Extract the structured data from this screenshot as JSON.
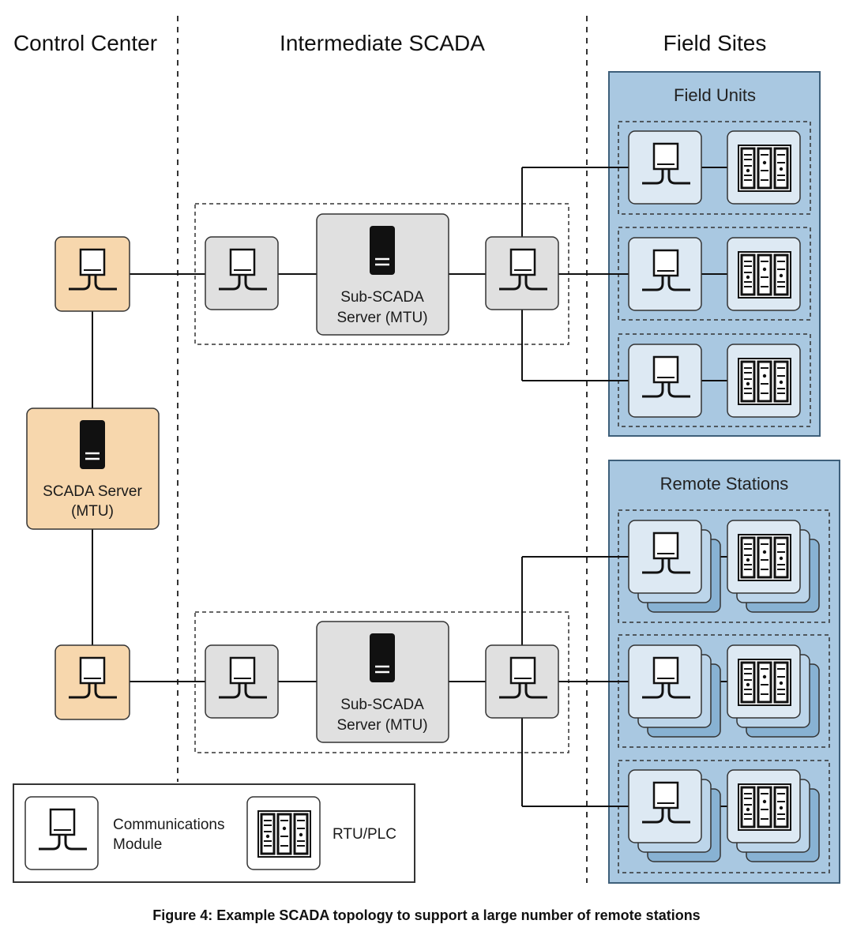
{
  "columns": {
    "control_center": "Control Center",
    "intermediate": "Intermediate SCADA",
    "field_sites": "Field Sites"
  },
  "groups": {
    "field_units": "Field Units",
    "remote_stations": "Remote Stations"
  },
  "nodes": {
    "scada_server": [
      "SCADA Server",
      "(MTU)"
    ],
    "sub_scada_server": [
      "Sub-SCADA",
      "Server (MTU)"
    ]
  },
  "legend": {
    "comm_module": [
      "Communications",
      "Module"
    ],
    "rtu_plc": "RTU/PLC"
  },
  "caption": "Figure 4: Example SCADA topology to support a large number of remote stations",
  "colors": {
    "control_fill": "#f7d7ad",
    "intermediate_fill": "#e0e0e0",
    "field_panel": "#a9c8e1",
    "field_device": "#dde9f3",
    "field_shadow": "#88b2d3"
  }
}
